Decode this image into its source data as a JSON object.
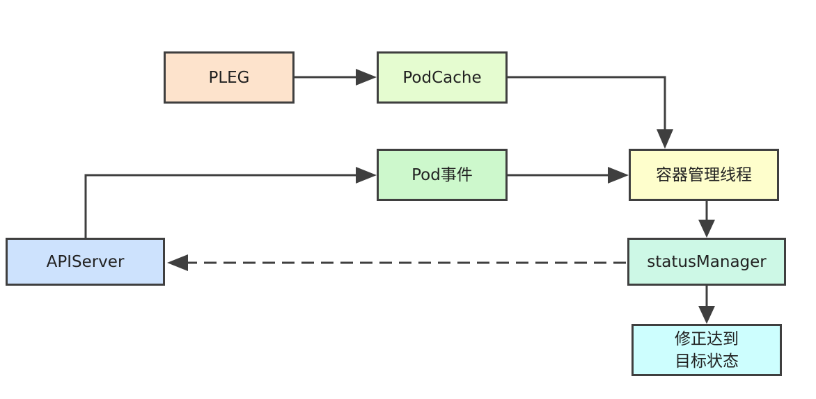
{
  "colors": {
    "stroke": "#3f3f3f",
    "pleg_fill": "#fde3cc",
    "podcache_fill": "#e5fcd0",
    "podevent_fill": "#cdf8cc",
    "container_fill": "#fefecc",
    "apiserver_fill": "#cde2fd",
    "status_fill": "#cdf8e6",
    "fix_fill": "#cdfefe"
  },
  "nodes": {
    "pleg": {
      "label": "PLEG"
    },
    "podcache": {
      "label": "PodCache"
    },
    "podevent": {
      "label": "Pod事件"
    },
    "container": {
      "label": "容器管理线程"
    },
    "apiserver": {
      "label": "APIServer"
    },
    "status": {
      "label": "statusManager"
    },
    "fix": {
      "line1": "修正达到",
      "line2": "目标状态"
    }
  }
}
